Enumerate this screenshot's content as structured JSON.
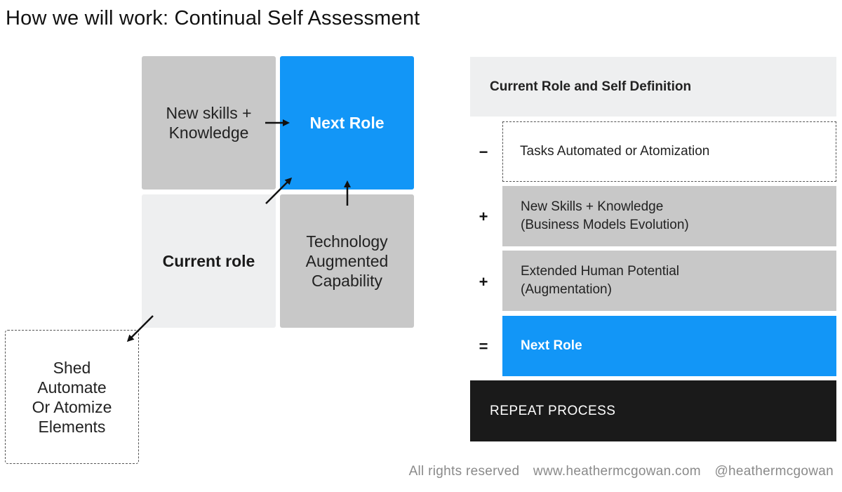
{
  "title": "How we will work: Continual Self Assessment",
  "quadrant": {
    "top_left": "New skills +\nKnowledge",
    "top_right": "Next Role",
    "bottom_left": "Current role",
    "bottom_right": "Technology\nAugmented\nCapability",
    "shed": "Shed\nAutomate\nOr Atomize\nElements"
  },
  "equation": {
    "header": "Current Role and Self Definition",
    "rows": [
      {
        "operator": "−",
        "label": "Tasks Automated or Atomization"
      },
      {
        "operator": "+",
        "label": "New Skills + Knowledge\n(Business Models Evolution)"
      },
      {
        "operator": "+",
        "label": "Extended Human Potential\n(Augmentation)"
      },
      {
        "operator": "=",
        "label": "Next Role"
      }
    ],
    "repeat": "REPEAT PROCESS"
  },
  "footer": {
    "rights": "All rights reserved",
    "website": "www.heathermcgowan.com",
    "handle": "@heathermcgowan"
  },
  "colors": {
    "blue": "#1296f7",
    "gray": "#c8c8c8",
    "light_gray": "#eeeff0",
    "black": "#1a1a1a"
  }
}
